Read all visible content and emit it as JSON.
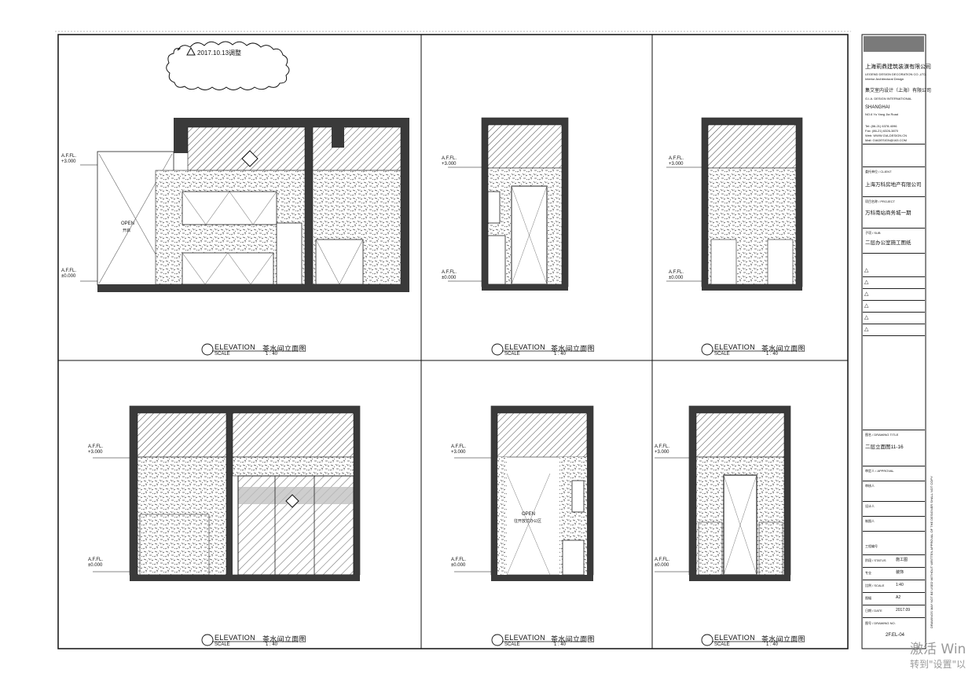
{
  "revision_cloud": {
    "label": "2017.10.13调整"
  },
  "levels": {
    "ceiling": "+3.000",
    "floor": "±0.000",
    "afl": "A.F.FL."
  },
  "door_marks": {
    "open1": "OPEN",
    "open1_sub": "开启",
    "open2": "OPEN",
    "open2_sub": "往开放式办公区"
  },
  "elevations": [
    {
      "title": "ELEVATION",
      "name": "茶水间立面图",
      "scale_label": "SCALE",
      "scale": "1 : 40"
    },
    {
      "title": "ELEVATION",
      "name": "茶水间立面图",
      "scale_label": "SCALE",
      "scale": "1 : 40"
    },
    {
      "title": "ELEVATION",
      "name": "茶水间立面图",
      "scale_label": "SCALE",
      "scale": "1 : 40"
    },
    {
      "title": "ELEVATION",
      "name": "茶水间立面图",
      "scale_label": "SCALE",
      "scale": "1 : 40"
    },
    {
      "title": "ELEVATION",
      "name": "茶水间立面图",
      "scale_label": "SCALE",
      "scale": "1 : 40"
    },
    {
      "title": "ELEVATION",
      "name": "茶水间立面图",
      "scale_label": "SCALE",
      "scale": "1 : 40"
    }
  ],
  "title_block": {
    "company_cn": "上海莉鼎建筑装潢有限公司",
    "company_en": "LEGEND DESIGN DECORATION CO.,LTD.",
    "company_en2": "Interior Architectural Design",
    "design_cn": "集艾室内设计（上海）有限公司",
    "design_en": "G.I.A. DESIGN INTERNATIONAL",
    "city": "SHANGHAI",
    "address1": "NO.6 Yu Yang Jia Road",
    "tel": "Tel: (86-21) 6378-4096",
    "fax": "Fax: (86-21) 6326-3870",
    "web": "Web: WWW.GIA-DESIGN.CN",
    "mail": "Mail: GIADESIGN@163.COM",
    "client_label": "委托单位 / CLIENT",
    "client": "上海万科房地产有限公司",
    "project_label": "项目名称 / PROJECT",
    "project": "万科南站商务城一期",
    "sub_label": "子项 / SUB",
    "sub": "二层办公室施工图纸",
    "rev_marks": [
      "△",
      "△",
      "△",
      "△",
      "△",
      "△"
    ],
    "drawing_title_label": "图名 / DRAWING TITLE",
    "drawing_title": "二层立面图11-16",
    "approval_label": "审定人 / APPROVAL",
    "review_label": "审核人",
    "designer_label": "设计人",
    "drawn_label": "制图人",
    "job_no_label": "工程编号",
    "status_label": "阶段 / STATUS",
    "status": "施工图",
    "discipline_label": "专业",
    "discipline": "装饰",
    "scale_label": "比例 / SCALE",
    "scale": "1:40",
    "size_label": "图幅",
    "size": "A2",
    "date_label": "日期 / DATE",
    "date": "2017.09",
    "drawing_no_label": "图号 / DRAWING NO.",
    "drawing_no": "2F.EL-04",
    "vertical_note": "DRAWINGS MAY NOT BE USED WITHOUT WRITTEN APPROVAL OF THE DESIGNER SHALL NOT COPY"
  },
  "watermark": {
    "line1": "激活 Win",
    "line2": "转到\"设置\"以"
  }
}
